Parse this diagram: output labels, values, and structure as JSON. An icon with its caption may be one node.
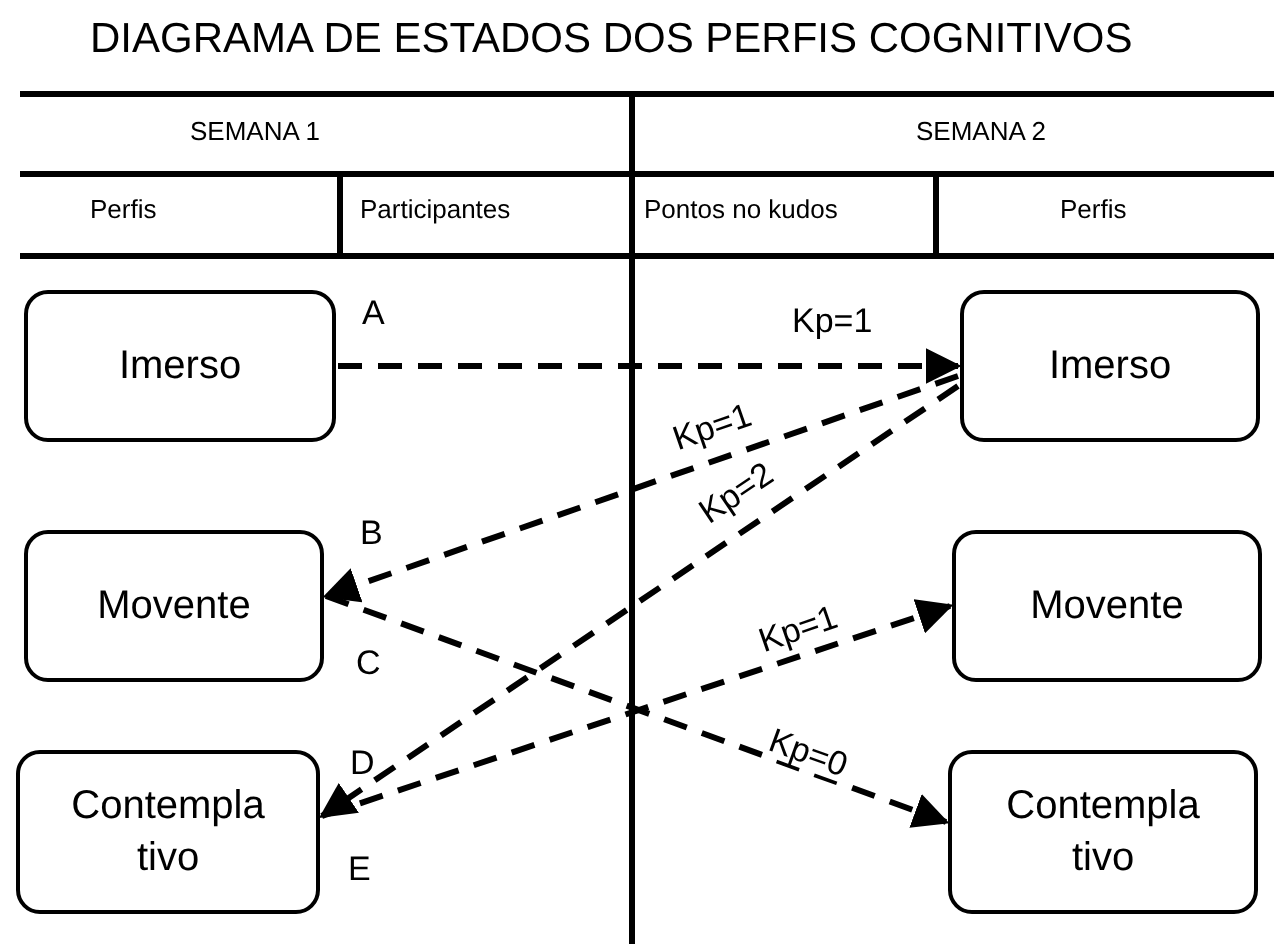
{
  "diagram": {
    "title": "DIAGRAMA DE ESTADOS DOS PERFIS COGNITIVOS",
    "nodes": [
      {
        "text": [
          "Imerso"
        ]
      },
      {
        "text": [
          "Movente"
        ]
      },
      {
        "text": [
          "Contempla tivo"
        ]
      },
      {
        "text": [
          "Imerso"
        ]
      },
      {
        "text": [
          "Movente"
        ]
      },
      {
        "text": [
          "Contempla tivo"
        ]
      }
    ],
    "edges": [
      {
        "from": 0,
        "to": 3,
        "arrow": "to",
        "label": "Kp=1",
        "style": "dashed"
      },
      {
        "from": 3,
        "to": 1,
        "arrow": "to",
        "label": "Kp=1",
        "style": "dashed"
      },
      {
        "from": 3,
        "to": 2,
        "arrow": "to",
        "label": "Kp=2",
        "style": "dashed"
      },
      {
        "from": 1,
        "to": 5,
        "arrow": "to",
        "label": "Kp=0",
        "style": "dashed"
      },
      {
        "from": 2,
        "to": 4,
        "arrow": "to",
        "label": "Kp=1",
        "style": "dashed"
      }
    ],
    "labels": [
      "SEMANA 1",
      "SEMANA 2",
      "Perfis",
      "Participantes",
      "Pontos no kudos",
      "Perfis",
      "A",
      "B",
      "C",
      "D",
      "E"
    ]
  }
}
